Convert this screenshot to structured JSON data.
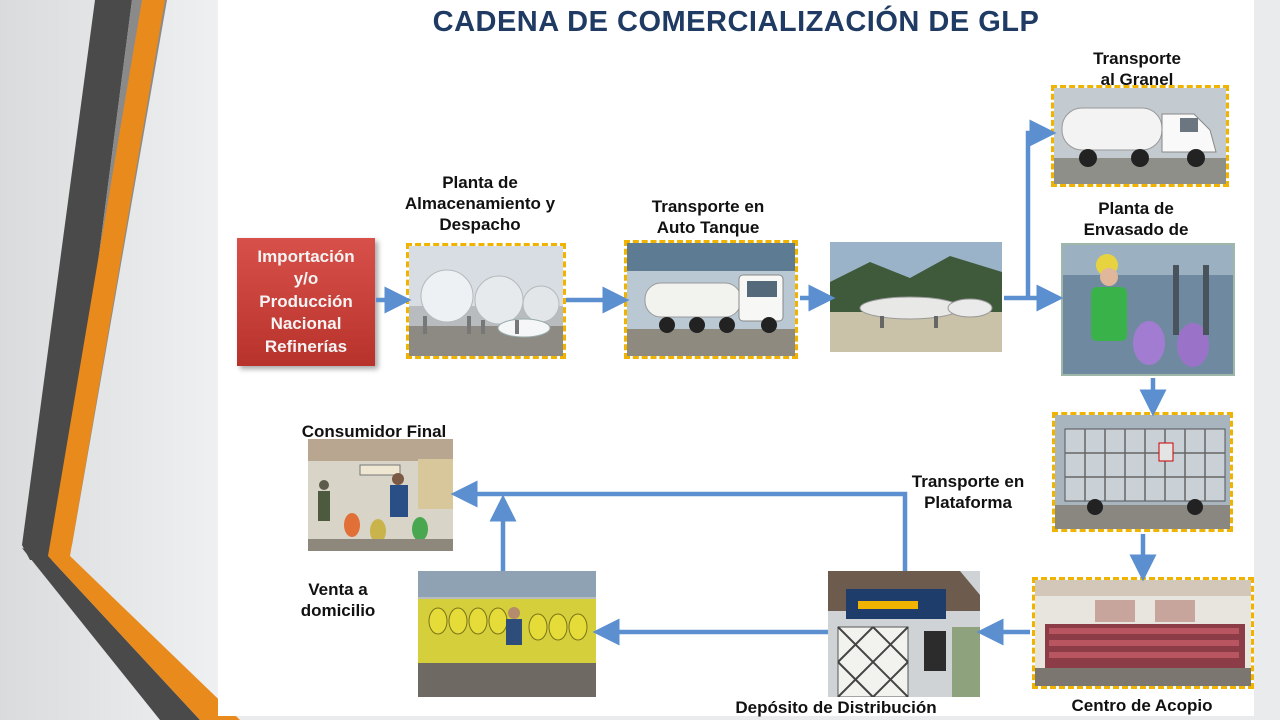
{
  "title": "CADENA DE COMERCIALIZACIÓN DE GLP",
  "origin_lines": [
    "Importación",
    "y/o",
    "Producción",
    "Nacional",
    "Refinerías"
  ],
  "labels": {
    "almacenamiento": [
      "Planta de",
      "Almacenamiento y",
      "Despacho"
    ],
    "auto_tanque": [
      "Transporte en",
      "Auto Tanque"
    ],
    "granel": [
      "Transporte",
      "al Granel"
    ],
    "envasado": [
      "Planta de",
      "Envasado de"
    ],
    "plataforma": [
      "Transporte en",
      "Plataforma"
    ],
    "acopio": "Centro de Acopio",
    "deposito": "Depósito de Distribución",
    "venta": [
      "Venta a",
      "domicilio"
    ],
    "consumidor": "Consumidor Final"
  },
  "colors": {
    "title": "#1f3a63",
    "arrow": "#5b8fd0",
    "dashed_border": "#f0b400",
    "origin_box": "#c2403a",
    "stripe_dark": "#4a4a4a",
    "stripe_orange": "#e98a1c"
  }
}
